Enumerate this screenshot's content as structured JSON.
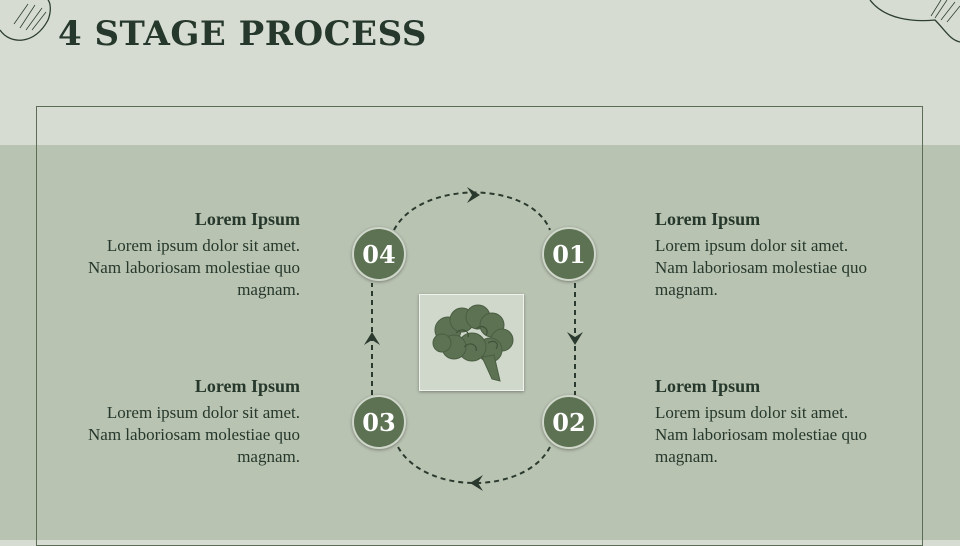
{
  "slide": {
    "title": "4 STAGE PROCESS"
  },
  "colors": {
    "background_top": "#d7dcd2",
    "background_band": "#b9c3b2",
    "accent": "#5d7253",
    "text": "#25382b"
  },
  "center_icon": "brain-icon",
  "stages": [
    {
      "number": "01",
      "heading": "Lorem Ipsum",
      "body": "Lorem ipsum dolor sit amet. Nam laboriosam molestiae quo magnam."
    },
    {
      "number": "02",
      "heading": "Lorem Ipsum",
      "body": "Lorem ipsum dolor sit amet. Nam laboriosam molestiae quo magnam."
    },
    {
      "number": "03",
      "heading": "Lorem Ipsum",
      "body": "Lorem ipsum dolor sit amet. Nam laboriosam molestiae quo magnam."
    },
    {
      "number": "04",
      "heading": "Lorem Ipsum",
      "body": "Lorem ipsum dolor sit amet. Nam laboriosam molestiae quo magnam."
    }
  ]
}
